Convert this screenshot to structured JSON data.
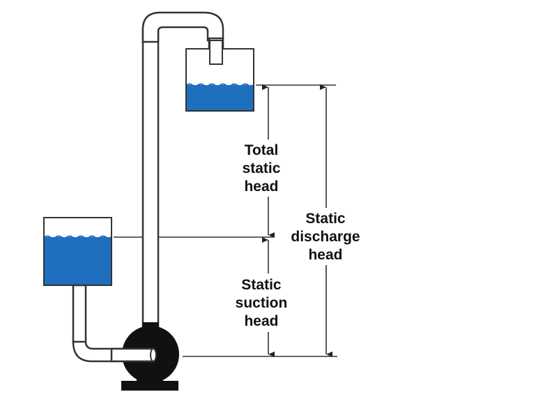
{
  "colors": {
    "water": "#1f6fbf",
    "pipe_fill": "#ffffff",
    "outline": "#333333",
    "pump": "#111111",
    "dimension_line": "#222222"
  },
  "labels": {
    "total_static_head": [
      "Total",
      "static",
      "head"
    ],
    "static_discharge_head": [
      "Static",
      "discharge",
      "head"
    ],
    "static_suction_head": [
      "Static",
      "suction",
      "head"
    ]
  }
}
